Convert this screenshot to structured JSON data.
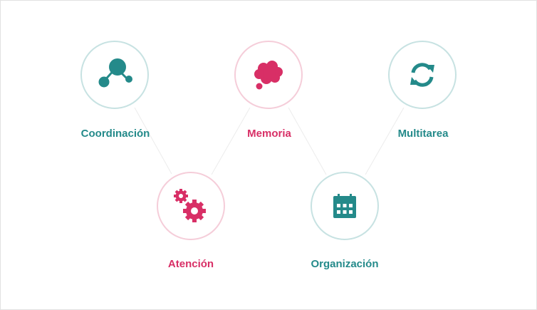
{
  "colors": {
    "teal": "#248a8a",
    "pink": "#d82f66"
  },
  "items": [
    {
      "label": "Coordinación",
      "icon": "molecule-icon",
      "color": "teal"
    },
    {
      "label": "Memoria",
      "icon": "thought-cloud-icon",
      "color": "pink"
    },
    {
      "label": "Multitarea",
      "icon": "sync-icon",
      "color": "teal"
    },
    {
      "label": "Atención",
      "icon": "gears-icon",
      "color": "pink"
    },
    {
      "label": "Organización",
      "icon": "calendar-icon",
      "color": "teal"
    }
  ]
}
